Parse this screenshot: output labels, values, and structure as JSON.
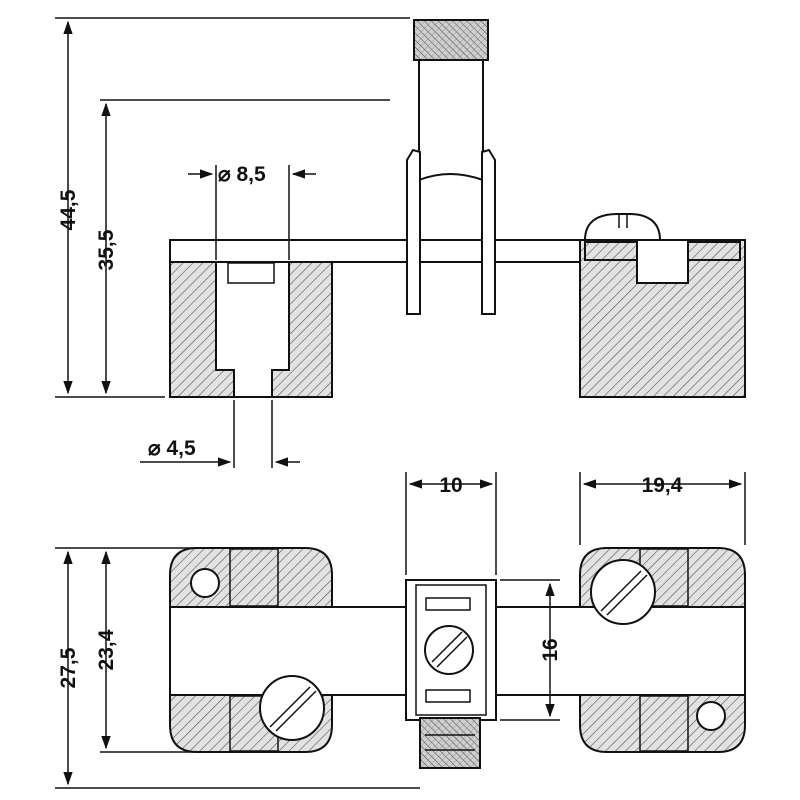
{
  "diagram": {
    "colors": {
      "line": "#111111",
      "background": "#ffffff",
      "hatch_light": "#d9d9d9",
      "hatch_dense": "#c8c8c8"
    },
    "side_view": {
      "dim_total_height": "44,5",
      "dim_rail_height": "35,5",
      "dim_bore_large": "⌀ 8,5",
      "dim_bore_small": "⌀ 4,5"
    },
    "top_view": {
      "dim_spacer_width": "10",
      "dim_block_width": "19,4",
      "dim_total_depth": "27,5",
      "dim_inner_depth": "23,4",
      "dim_spacer_depth": "16"
    }
  }
}
